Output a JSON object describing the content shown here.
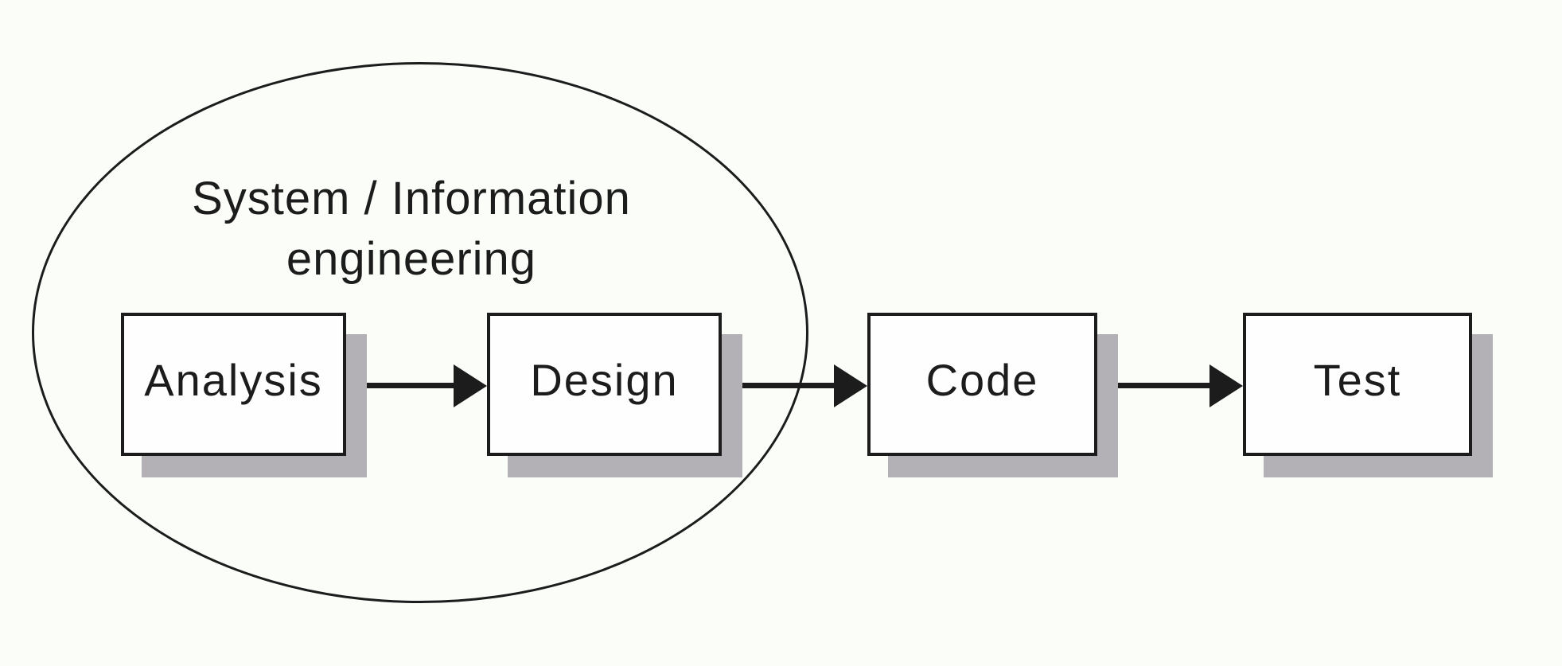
{
  "diagram": {
    "kind": "linear-sequential-process-flow",
    "ellipse_label": {
      "line1": "System / Information",
      "line2": "engineering"
    },
    "boxes": [
      {
        "id": "analysis",
        "label": "Analysis"
      },
      {
        "id": "design",
        "label": "Design"
      },
      {
        "id": "code",
        "label": "Code"
      },
      {
        "id": "test",
        "label": "Test"
      }
    ],
    "arrows": [
      {
        "from": "Analysis",
        "to": "Design"
      },
      {
        "from": "Design",
        "to": "Code"
      },
      {
        "from": "Code",
        "to": "Test"
      }
    ],
    "colors": {
      "background": "#fafdf8",
      "box_fill": "#fdfefd",
      "line": "#1c1c1c",
      "shadow": "#b3b0b6"
    }
  }
}
